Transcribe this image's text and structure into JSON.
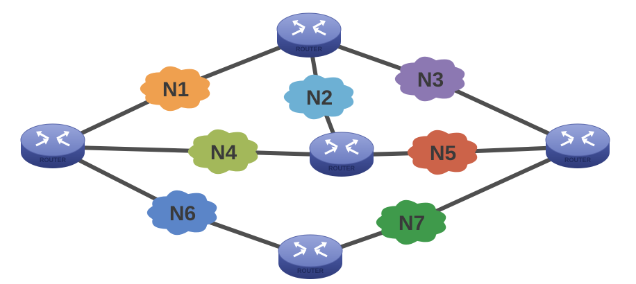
{
  "routers": [
    {
      "id": "r_top",
      "label": "ROUTER"
    },
    {
      "id": "r_left",
      "label": "ROUTER"
    },
    {
      "id": "r_center",
      "label": "ROUTER"
    },
    {
      "id": "r_right",
      "label": "ROUTER"
    },
    {
      "id": "r_bottom",
      "label": "ROUTER"
    }
  ],
  "networks": [
    {
      "id": "n1",
      "label": "N1",
      "color": "#efa04f"
    },
    {
      "id": "n2",
      "label": "N2",
      "color": "#6db0d4"
    },
    {
      "id": "n3",
      "label": "N3",
      "color": "#8c78b2"
    },
    {
      "id": "n4",
      "label": "N4",
      "color": "#a3b85a"
    },
    {
      "id": "n5",
      "label": "N5",
      "color": "#cc6349"
    },
    {
      "id": "n6",
      "label": "N6",
      "color": "#5b85c8"
    },
    {
      "id": "n7",
      "label": "N7",
      "color": "#3f9a4b"
    }
  ],
  "links": [
    [
      "r_left",
      "n1"
    ],
    [
      "n1",
      "r_top"
    ],
    [
      "r_top",
      "n2"
    ],
    [
      "n2",
      "r_center"
    ],
    [
      "r_top",
      "n3"
    ],
    [
      "n3",
      "r_right"
    ],
    [
      "r_left",
      "n4"
    ],
    [
      "n4",
      "r_center"
    ],
    [
      "r_center",
      "n5"
    ],
    [
      "n5",
      "r_right"
    ],
    [
      "r_left",
      "n6"
    ],
    [
      "n6",
      "r_bottom"
    ],
    [
      "r_bottom",
      "n7"
    ],
    [
      "n7",
      "r_right"
    ]
  ],
  "colors": {
    "router_top": "#7b8bc9",
    "router_side": "#3b4a8f",
    "link": "#4f4f4f"
  }
}
